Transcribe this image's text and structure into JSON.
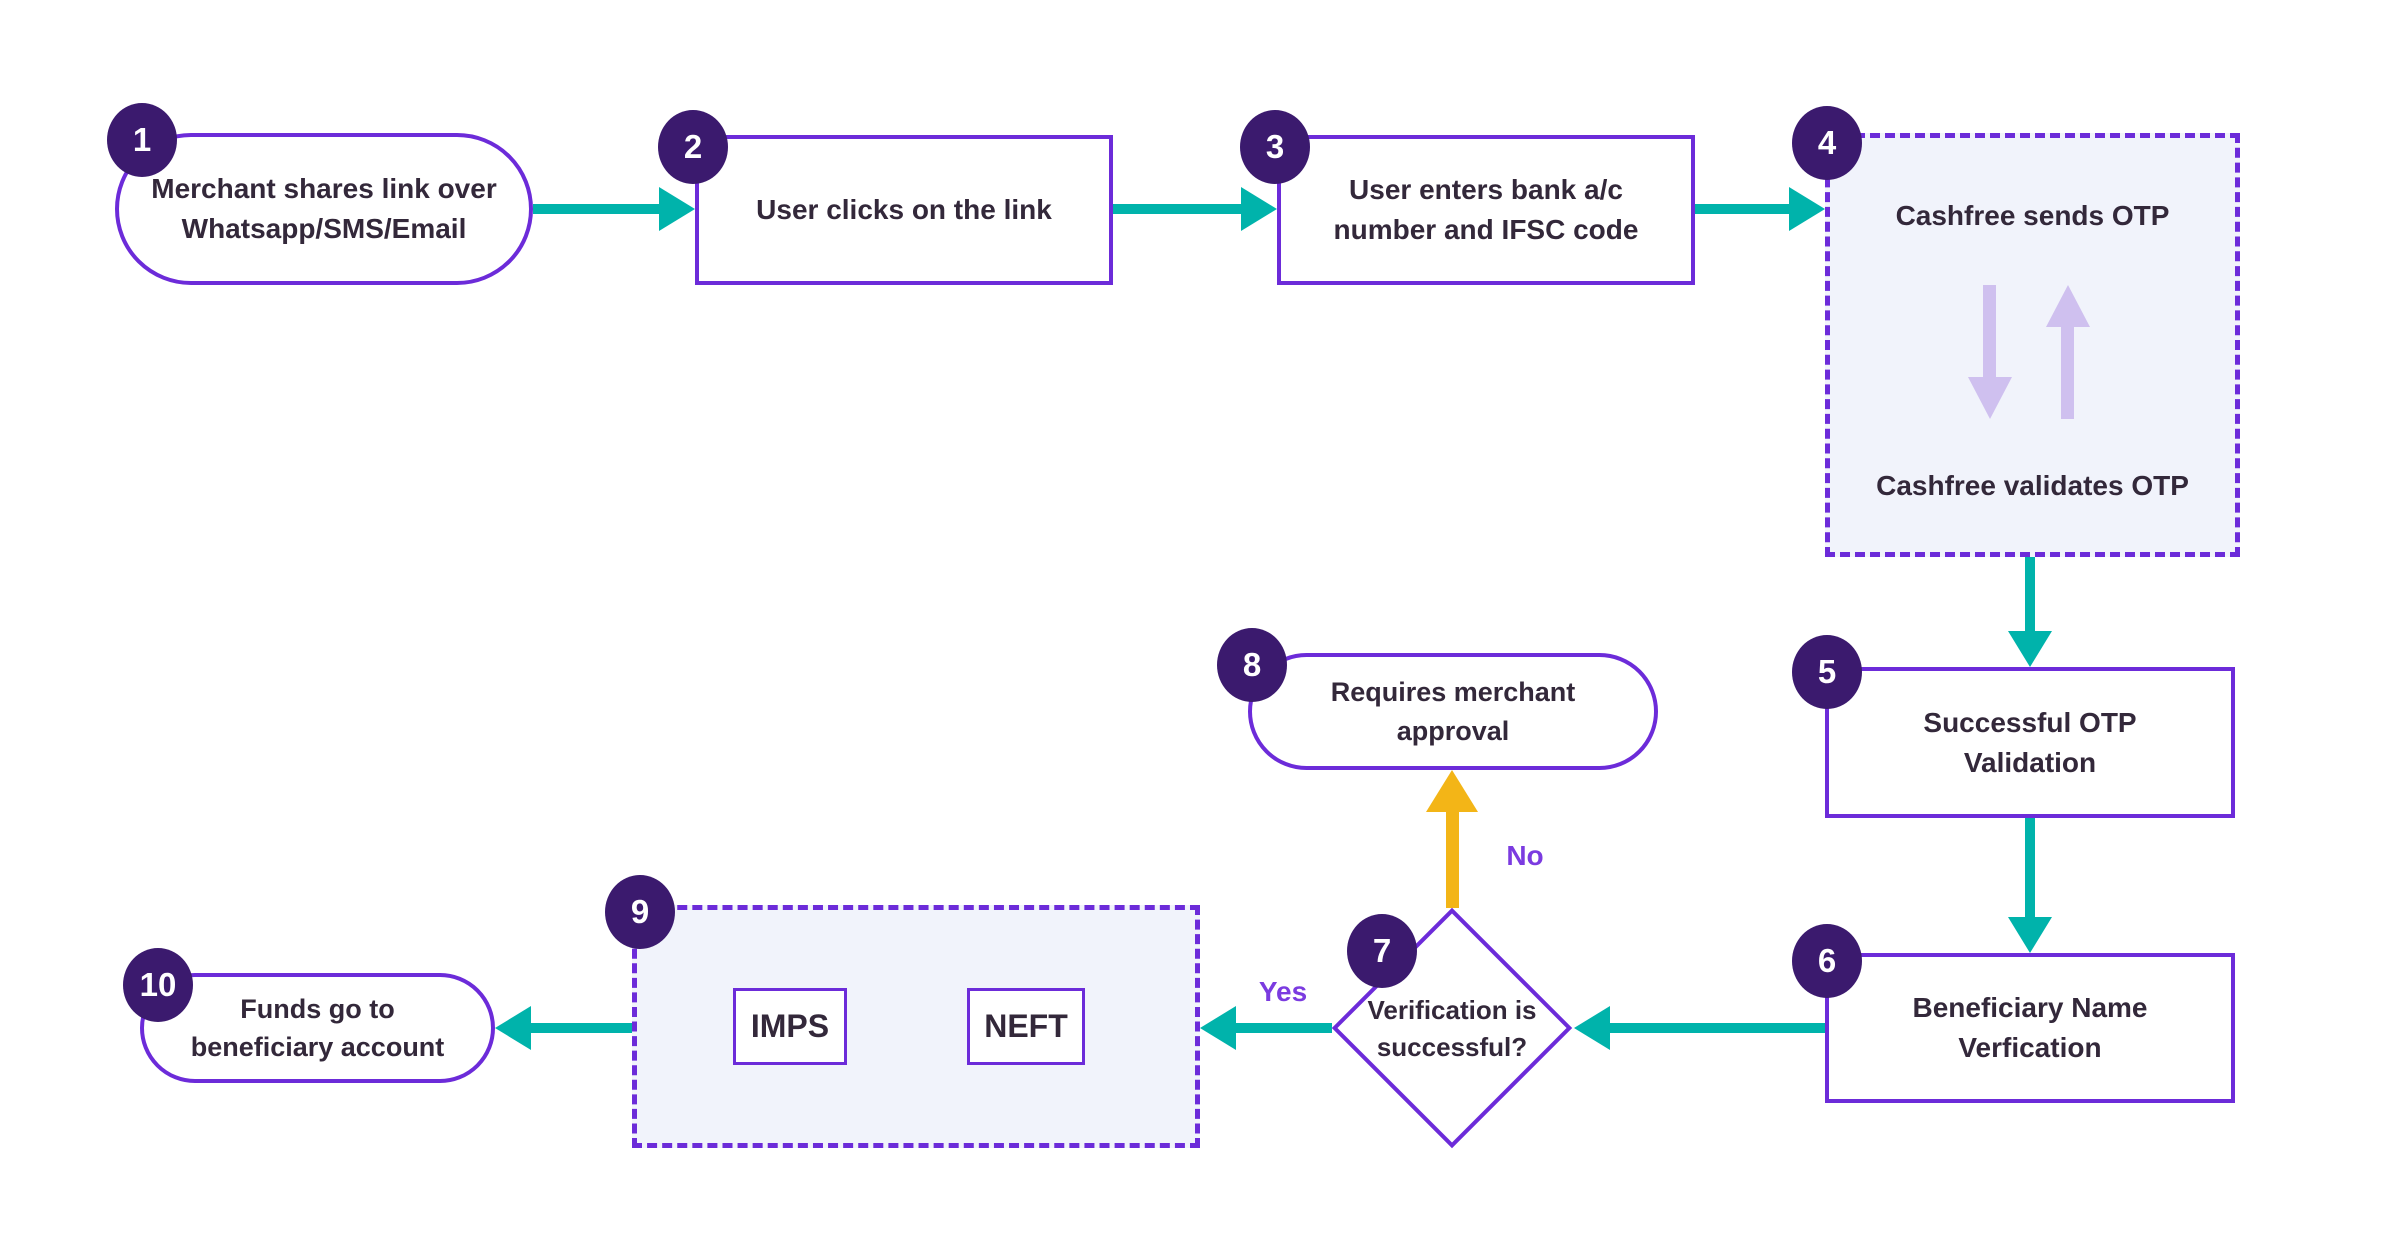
{
  "flowchart": {
    "nodes": {
      "n1": {
        "number": "1",
        "lines": [
          "Merchant shares link over",
          "Whatsapp/SMS/Email"
        ]
      },
      "n2": {
        "number": "2",
        "lines": [
          "User clicks on the link"
        ]
      },
      "n3": {
        "number": "3",
        "lines": [
          "User enters bank a/c",
          "number and IFSC code"
        ]
      },
      "n4": {
        "number": "4",
        "label_top": "Cashfree sends OTP",
        "label_bottom": "Cashfree validates OTP"
      },
      "n5": {
        "number": "5",
        "lines": [
          "Successful OTP",
          "Validation"
        ]
      },
      "n6": {
        "number": "6",
        "lines": [
          "Beneficiary Name",
          "Verfication"
        ]
      },
      "n7": {
        "number": "7",
        "lines": [
          "Verification is",
          "successful?"
        ]
      },
      "n8": {
        "number": "8",
        "lines": [
          "Requires merchant",
          "approval"
        ]
      },
      "n9": {
        "number": "9",
        "options": [
          "IMPS",
          "NEFT"
        ]
      },
      "n10": {
        "number": "10",
        "lines": [
          "Funds go to",
          "beneficiary account"
        ]
      }
    },
    "edge_labels": {
      "no": "No",
      "yes": "Yes"
    },
    "colors": {
      "node_border_purple": "#6C2BD9",
      "badge_background": "#3B1A6E",
      "flow_arrow_teal": "#00B3AB",
      "no_arrow_gold": "#F3B517",
      "dashed_box_background": "#F1F3FB",
      "otp_arrow_lavender": "#CFC0EF",
      "node_text": "#33283A",
      "edge_label_purple": "#7B3BE0"
    }
  }
}
